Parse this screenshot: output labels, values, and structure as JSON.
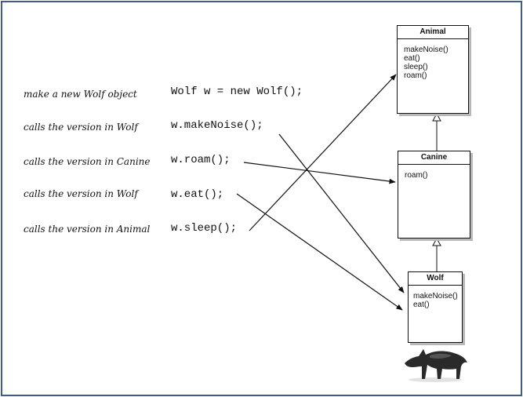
{
  "rows": [
    {
      "note": "make a new Wolf object",
      "code": "Wolf w = new Wolf();"
    },
    {
      "note": "calls the version in Wolf",
      "code": "w.makeNoise();"
    },
    {
      "note": "calls the version in Canine",
      "code": "w.roam();"
    },
    {
      "note": "calls the version in Wolf",
      "code": "w.eat();"
    },
    {
      "note": "calls the version in Animal",
      "code": "w.sleep();"
    }
  ],
  "classes": {
    "animal": {
      "name": "Animal",
      "methods": [
        "makeNoise()",
        "eat()",
        "sleep()",
        "roam()"
      ]
    },
    "canine": {
      "name": "Canine",
      "methods": [
        "roam()"
      ]
    },
    "wolf": {
      "name": "Wolf",
      "methods": [
        "makeNoise()",
        "eat()"
      ]
    }
  },
  "colors": {
    "frame": "#3f5f8a",
    "line": "#111111"
  },
  "image": {
    "icon": "wolf-illustration"
  }
}
